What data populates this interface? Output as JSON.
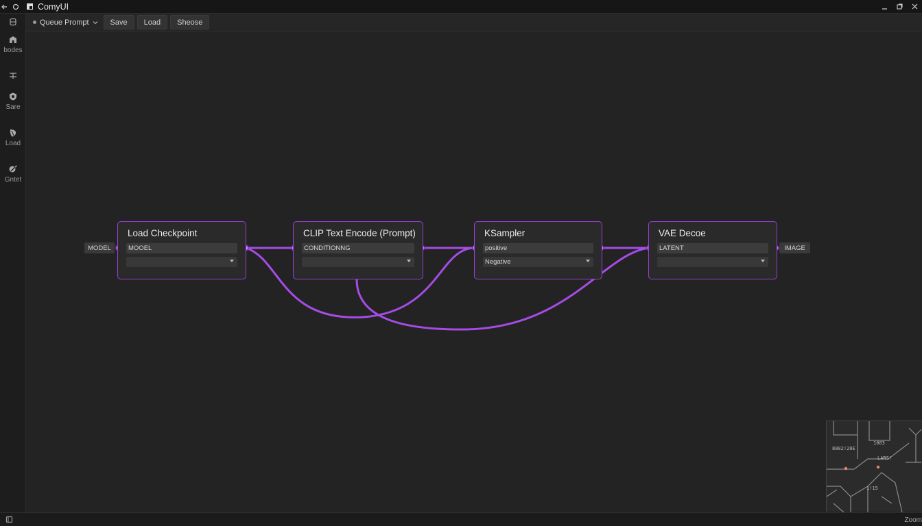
{
  "app": {
    "title": "ComyUI"
  },
  "toolbar": {
    "queue_label": "Queue Prompt",
    "save_label": "Save",
    "load_label": "Load",
    "share_label": "Sheose"
  },
  "sidebar": {
    "items": [
      {
        "label": "",
        "icon": "layers-icon"
      },
      {
        "label": "bodes",
        "icon": "nodes-icon"
      },
      {
        "label": "",
        "icon": "sliders-icon"
      },
      {
        "label": "Sare",
        "icon": "shield-icon"
      },
      {
        "label": "Load",
        "icon": "leaf-icon"
      },
      {
        "label": "Gntet",
        "icon": "tag-icon"
      }
    ]
  },
  "nodes": [
    {
      "title": "Load Checkpoint",
      "field1": "MOOEL",
      "field2": ""
    },
    {
      "title": "CLIP Text Encode (Prompt)",
      "field1": "CONDITIONNG",
      "field2": ""
    },
    {
      "title": "KSampler",
      "field1": "positive",
      "field2": "Negative"
    },
    {
      "title": "VAE Decoe",
      "field1": "LATENT",
      "field2": ""
    }
  ],
  "external": {
    "input_label": "MODEL",
    "output_label": "IMAGE"
  },
  "minimap": {
    "labels": [
      "8802!20E",
      "1003",
      "LARS!",
      "1!15"
    ]
  },
  "status": {
    "zoom_label": "Zoom"
  },
  "colors": {
    "accent": "#9a3fd6",
    "wire": "#a64ce6",
    "background": "#232323"
  }
}
